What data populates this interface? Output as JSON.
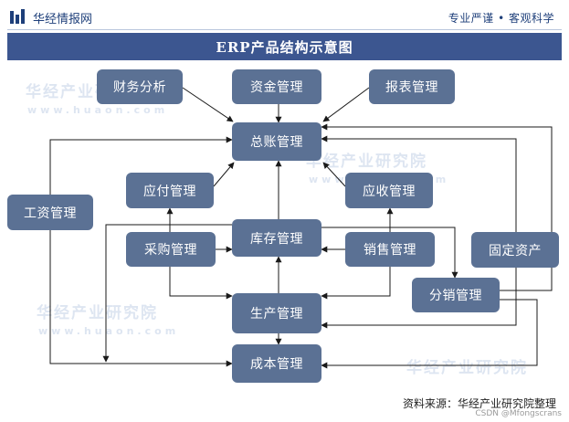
{
  "header": {
    "brand_name": "华经情报网",
    "slogan": "专业严谨 • 客观科学"
  },
  "title": "ERP产品结构示意图",
  "watermark": {
    "cn": "华经产业研究院",
    "en": "www.huaon.com"
  },
  "nodes": {
    "finance_analysis": "财务分析",
    "fund_management": "资金管理",
    "report_management": "报表管理",
    "general_ledger": "总账管理",
    "payables": "应付管理",
    "receivables": "应收管理",
    "payroll": "工资管理",
    "inventory": "库存管理",
    "purchasing": "采购管理",
    "sales": "销售管理",
    "fixed_assets": "固定资产",
    "distribution": "分销管理",
    "production": "生产管理",
    "cost_management": "成本管理"
  },
  "footer": {
    "source": "资料来源：华经产业研究院整理",
    "credit": "CSDN @Mfongscrans"
  },
  "colors": {
    "node_fill": "#5b7194",
    "title_band": "#3c5690",
    "arrow": "#1a1a1a",
    "brand_text": "#1e3f7a"
  }
}
